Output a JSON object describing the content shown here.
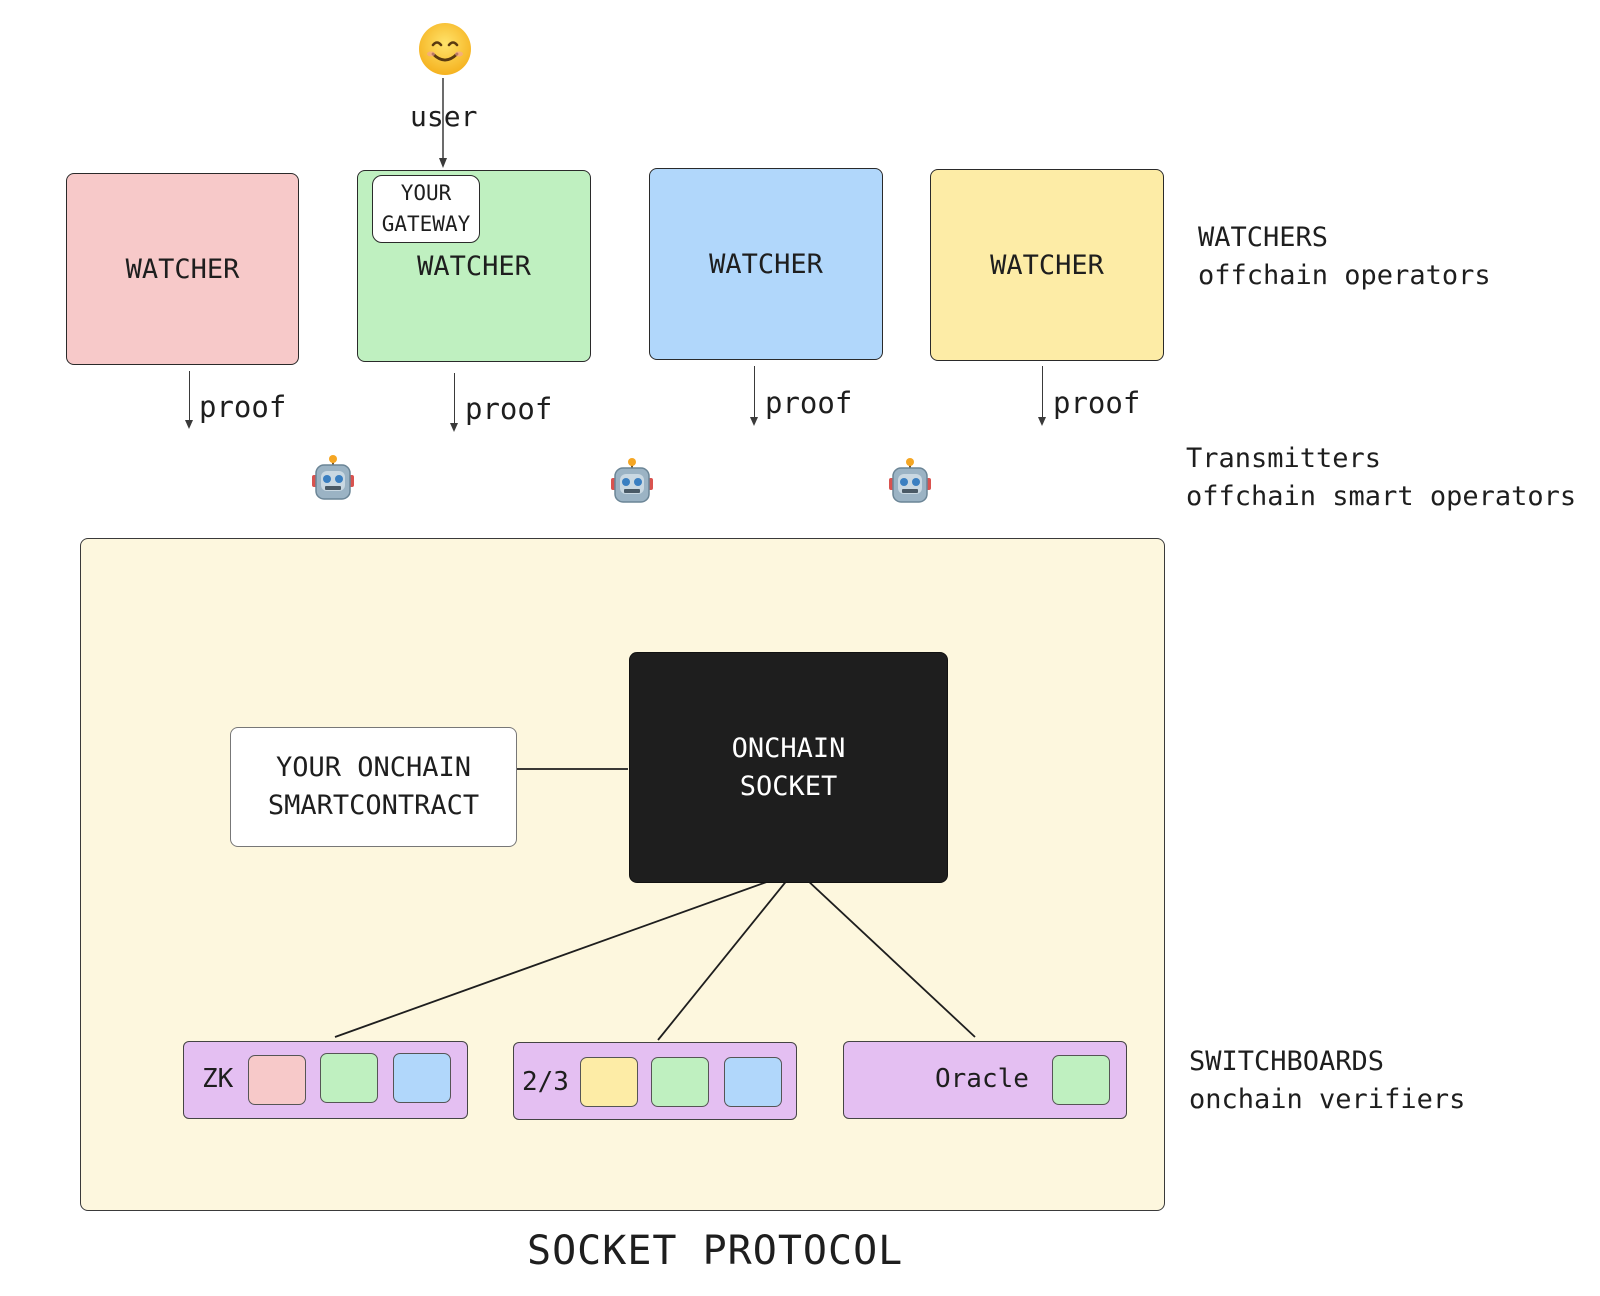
{
  "colors": {
    "watcher_pink": "#f7c9c9",
    "watcher_green": "#bff0c0",
    "watcher_blue": "#b1d7fb",
    "watcher_yellow": "#fdeca6",
    "protocol_bg": "#fdf7de",
    "socket_bg": "#1e1e1e",
    "switchboard_bg": "#e4bff2"
  },
  "user": {
    "icon": "smiley-face-icon",
    "label": "user"
  },
  "watchers": [
    {
      "label": "WATCHER",
      "color": "pink"
    },
    {
      "label": "WATCHER",
      "color": "green",
      "badge": "YOUR\nGATEWAY"
    },
    {
      "label": "WATCHER",
      "color": "blue"
    },
    {
      "label": "WATCHER",
      "color": "yellow"
    }
  ],
  "proof_label": "proof",
  "transmitter_icon": "robot-icon",
  "legend": {
    "watchers_title": "WATCHERS",
    "watchers_sub": "offchain operators",
    "transmitters_title": "Transmitters",
    "transmitters_sub": "offchain smart operators",
    "switchboards_title": "SWITCHBOARDS",
    "switchboards_sub": "onchain verifiers"
  },
  "protocol": {
    "title": "SOCKET PROTOCOL",
    "smartcontract_line1": "YOUR ONCHAIN",
    "smartcontract_line2": "SMARTCONTRACT",
    "socket_line1": "ONCHAIN",
    "socket_line2": "SOCKET"
  },
  "switchboards": [
    {
      "label": "ZK",
      "chips": [
        "pink",
        "green",
        "blue"
      ]
    },
    {
      "label": "2/3",
      "chips": [
        "yellow",
        "green",
        "blue"
      ]
    },
    {
      "label": "Oracle",
      "chips": [
        "green"
      ]
    }
  ]
}
